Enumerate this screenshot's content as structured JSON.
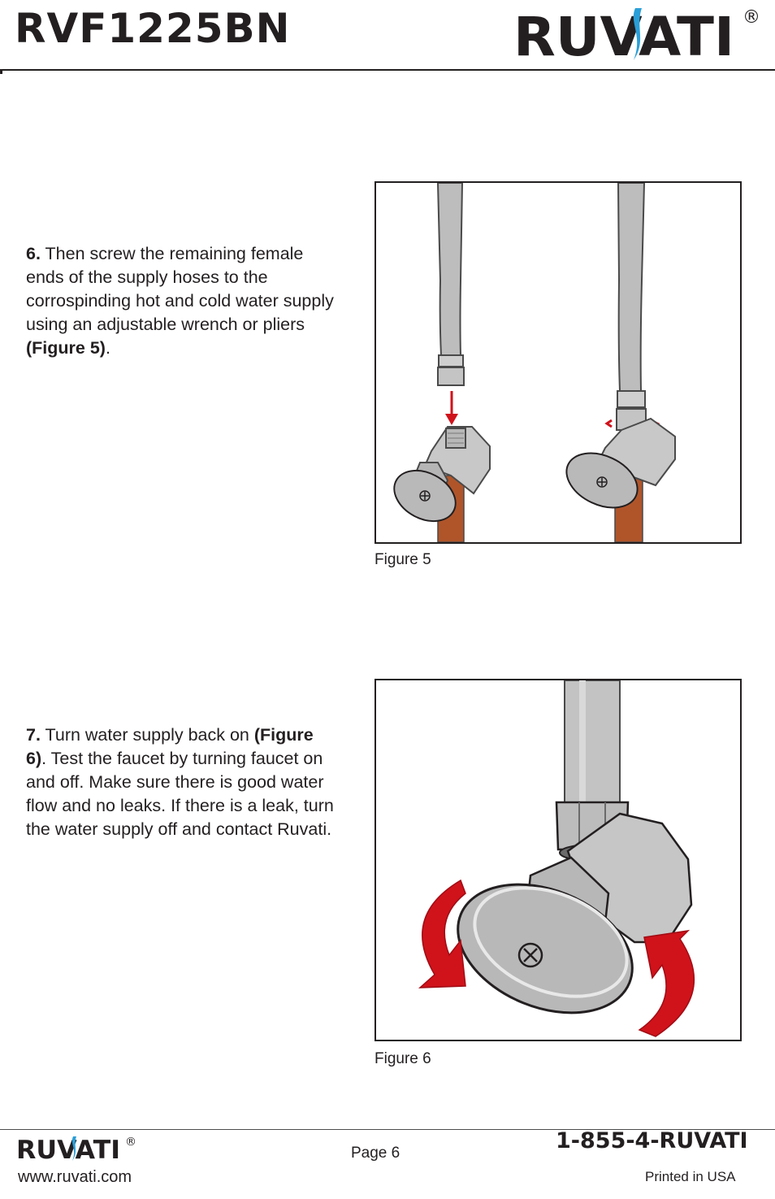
{
  "header": {
    "model": "RVF1225BN",
    "brand_logo": "RUVATI",
    "registered_mark": "®"
  },
  "steps": [
    {
      "number": "6.",
      "text_before": " Then screw the remaining female ends of the supply hoses to the corrospinding hot and cold water supply using an adjustable wrench or pliers ",
      "reference": "(Figure 5)",
      "text_after": "."
    },
    {
      "number": "7.",
      "text_before": " Turn water supply back on ",
      "reference": "(Figure 6)",
      "text_after": ". Test the faucet by turning faucet on and off. Make sure there is good water flow and no leaks. If there is a leak, turn the water supply off and contact Ruvati."
    }
  ],
  "figures": [
    {
      "caption": "Figure 5"
    },
    {
      "caption": "Figure 6"
    }
  ],
  "footer": {
    "brand_logo": "RUVATI",
    "registered_mark": "®",
    "page": "Page 6",
    "phone": "1-855-4-RUVATI",
    "website": "www.ruvati.com",
    "printed": "Printed in USA"
  },
  "colors": {
    "text": "#231f20",
    "logo_blue": "#2a9fd8",
    "copper_pipe": "#b0552a",
    "arrow_red": "#d0121b",
    "metal_gray": "#bdbdbd"
  }
}
